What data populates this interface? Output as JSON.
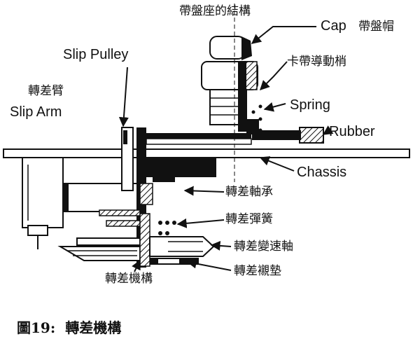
{
  "labels": {
    "cap_seat": "帶盤座的結構",
    "cap": "Cap",
    "cap_zh": "帶盤帽",
    "pin": "卡帶導動梢",
    "spring": "Spring",
    "rubber": "Rubber",
    "chassis": "Chassis",
    "slip_pulley": "Slip Pulley",
    "slip_arm_zh": "轉差臂",
    "slip_arm": "Slip Arm",
    "bearing": "轉差軸承",
    "slip_spring": "轉差彈簧",
    "shaft": "轉差變速軸",
    "washer": "轉差襯墊",
    "mechanism": "轉差機構"
  },
  "caption": {
    "figure": "圖19:",
    "title": "轉差機構"
  },
  "colors": {
    "ink": "#111111",
    "paper": "#ffffff"
  }
}
